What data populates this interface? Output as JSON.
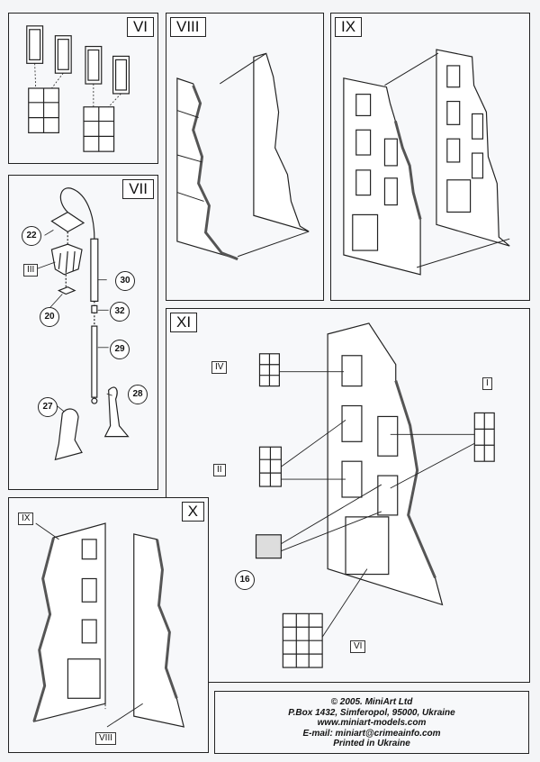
{
  "panels": {
    "vi": {
      "step": "VI"
    },
    "vii": {
      "step": "VII",
      "parts": [
        "22",
        "III",
        "20",
        "30",
        "32",
        "29",
        "27",
        "28"
      ]
    },
    "viii": {
      "step": "VIII"
    },
    "ix": {
      "step": "IX"
    },
    "x": {
      "step": "X",
      "labels": [
        "IX",
        "VIII"
      ]
    },
    "xi": {
      "step": "XI",
      "labels": [
        "IV",
        "II",
        "I",
        "16",
        "VI"
      ]
    }
  },
  "footer": {
    "copyright": "© 2005. MiniArt Ltd",
    "address": "P.Box 1432, Simferopol, 95000, Ukraine",
    "website": "www.miniart-models.com",
    "email": "E-mail: miniart@crimeainfo.com",
    "printed": "Printed in Ukraine"
  }
}
